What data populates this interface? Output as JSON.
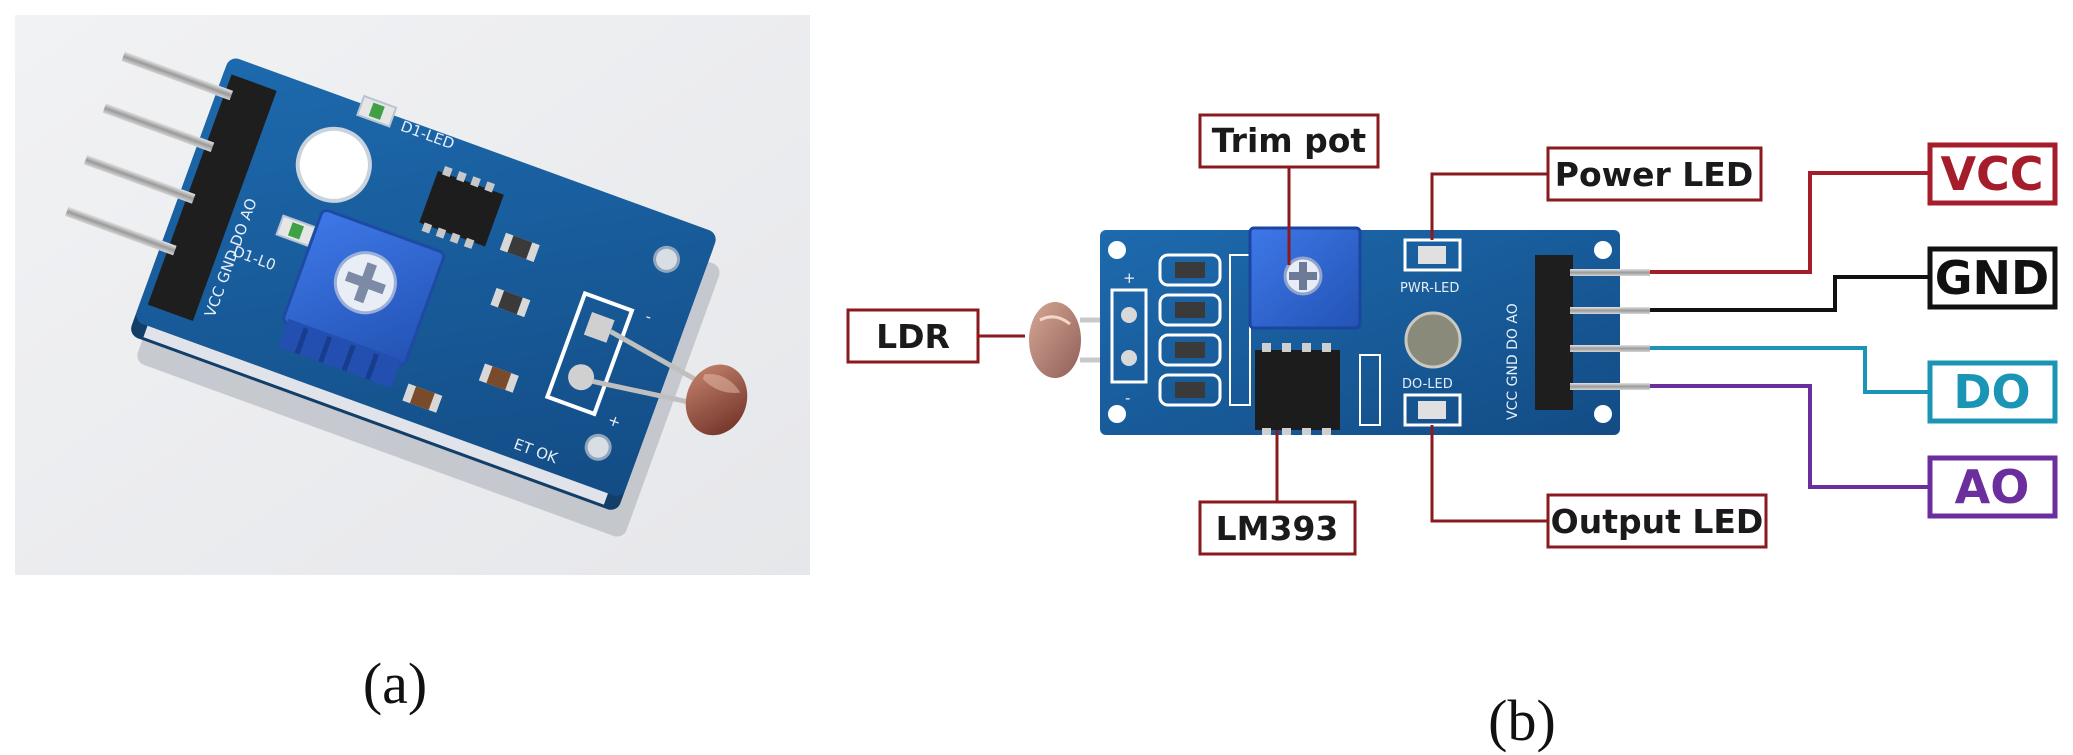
{
  "panel_a": {
    "caption": "(a)",
    "board_silk": {
      "pins": "VCC GND DO AO",
      "led_top": "D1-LED",
      "led_bottom": "D1-L0",
      "side": "ET OK",
      "plus": "+",
      "minus": "-"
    }
  },
  "panel_b": {
    "caption": "(b)",
    "callouts": {
      "ldr": "LDR",
      "trim_pot": "Trim pot",
      "lm393": "LM393",
      "power_led": "Power LED",
      "output_led": "Output LED"
    },
    "pins": [
      {
        "label": "VCC",
        "color": "#a51c2a"
      },
      {
        "label": "GND",
        "color": "#111111"
      },
      {
        "label": "DO",
        "color": "#1b95b5"
      },
      {
        "label": "AO",
        "color": "#6a2f9c"
      }
    ],
    "board_silk": {
      "pwr": "PWR-LED",
      "do_led": "DO-LED",
      "header": "VCC GND DO AO",
      "plus": "+",
      "minus": "-"
    }
  },
  "colors": {
    "pcb_blue": "#1a5e9b",
    "callout_red": "#8b1a1f",
    "trimpot_blue": "#2f66d6"
  }
}
